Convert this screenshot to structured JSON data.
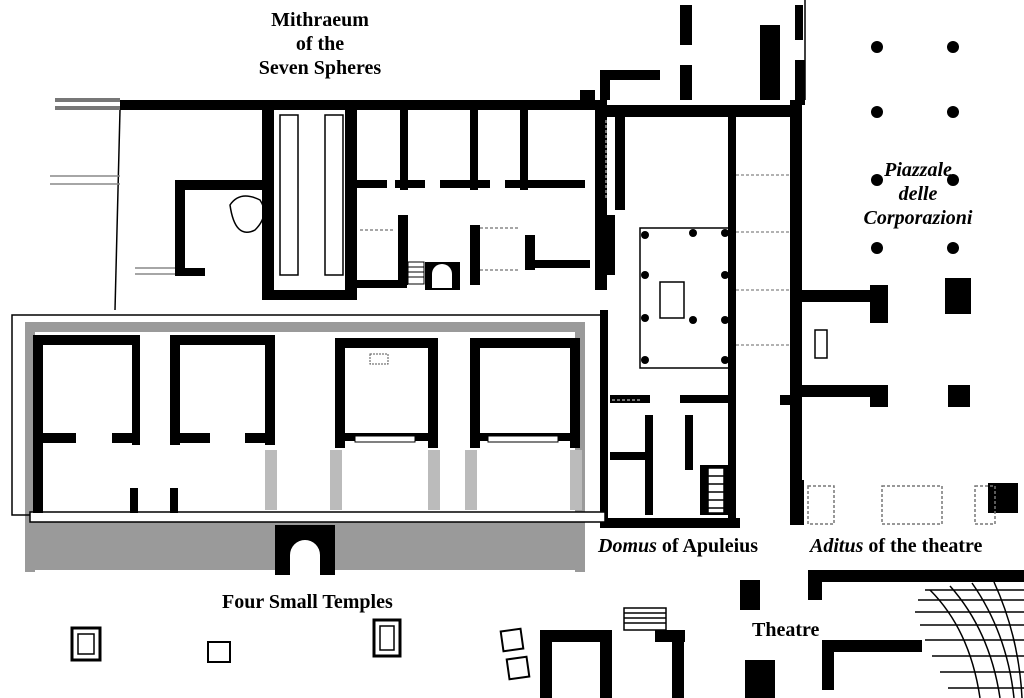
{
  "labels": {
    "mithraeum": [
      "Mithraeum",
      "of the",
      "Seven Spheres"
    ],
    "piazzale": [
      "Piazzale",
      "delle",
      "Corporazioni"
    ],
    "domus_italic": "Domus",
    "domus_rest": " of Apuleius",
    "aditus_italic": "Aditus",
    "aditus_rest": " of the theatre",
    "four_temples": "Four Small Temples",
    "theatre": "Theatre"
  },
  "colors": {
    "wall": "#000000",
    "paper": "#ffffff",
    "ruin": "#9a9a9a"
  }
}
